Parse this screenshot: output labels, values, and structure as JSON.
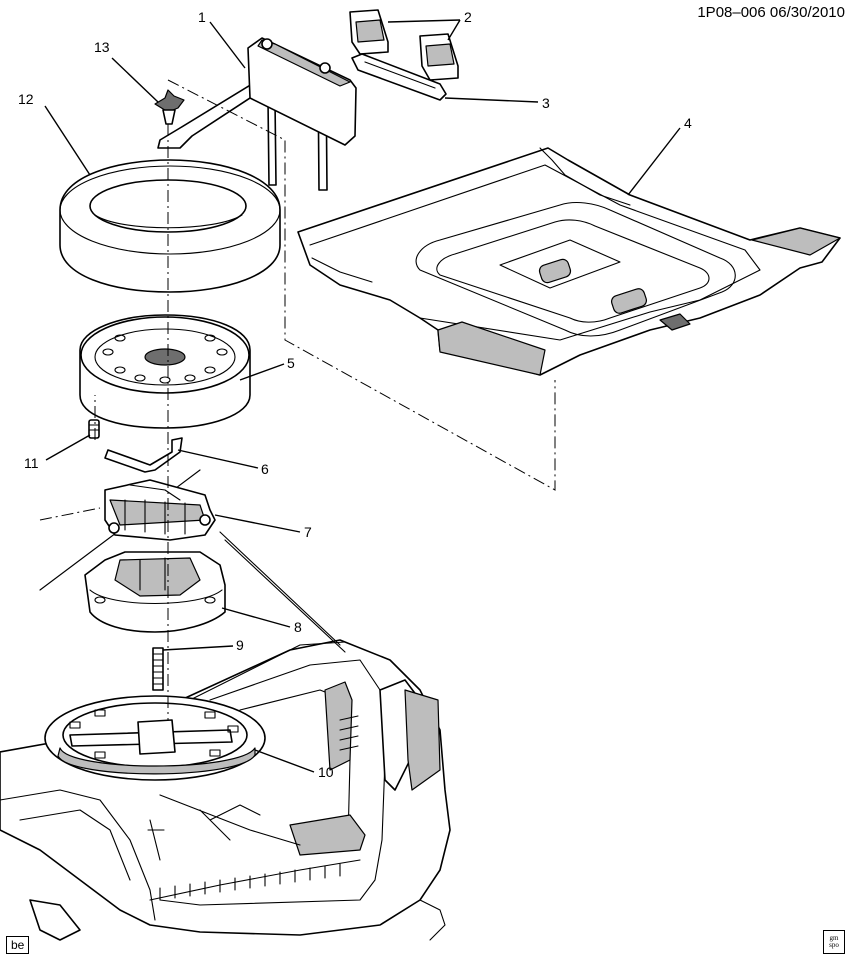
{
  "header": {
    "code": "1P08–006  06/30/2010"
  },
  "callouts": {
    "c1": "1",
    "c2": "2",
    "c3": "3",
    "c4": "4",
    "c5": "5",
    "c6": "6",
    "c7": "7",
    "c8": "8",
    "c9": "9",
    "c10": "10",
    "c11": "11",
    "c12": "12",
    "c13": "13"
  },
  "footer": {
    "brand_code": "be",
    "logo_line1": "gm",
    "logo_line2": "spo"
  }
}
